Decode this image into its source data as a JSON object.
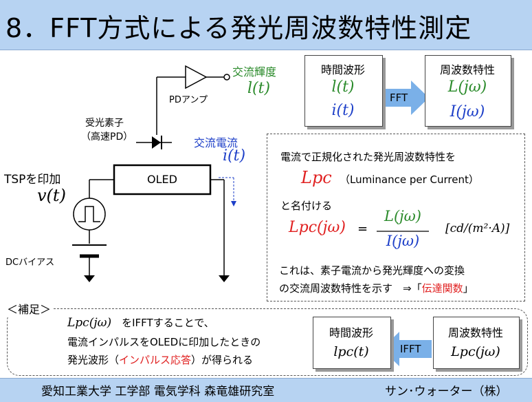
{
  "title": "8．FFT方式による発光周波数特性測定",
  "circuit": {
    "amp_out_label": "交流輝度",
    "amp_out_var": "l(t)",
    "amp_label": "PDアンプ",
    "pd_label": "受光素子",
    "pd_sub_label": "（高速PD）",
    "current_label": "交流電流",
    "current_var": "i(t)",
    "tsp_label": "TSPを印加",
    "tsp_var": "v(t)",
    "oled_label": "OLED",
    "dc_label": "DCバイアス"
  },
  "top_flow": {
    "time_box_title": "時間波形",
    "time_l": "l(t)",
    "time_i": "i(t)",
    "fft_label": "FFT",
    "freq_box_title": "周波数特性",
    "freq_L": "L(jω)",
    "freq_I": "I(jω)"
  },
  "explain": {
    "line1": "電流で正規化された発光周波数特性を",
    "lpc": "Lpc",
    "lpc_desc": "（Luminance per Current）",
    "line3": "と名付ける",
    "formula_lhs": "Lpc(jω)",
    "formula_eq": "=",
    "formula_num": "L(jω)",
    "formula_den": "I(jω)",
    "unit": "[cd/(m²·A)]",
    "line5": "これは、素子電流から発光輝度への変換",
    "line6_a": "の交流周波数特性を示す　⇒「",
    "line6_b": "伝達関数",
    "line6_c": "」"
  },
  "supplement": {
    "tag": "＜補足＞",
    "line1_var": "Lpc(jω)",
    "line1_text": "をIFFTすることで、",
    "line2": "電流インパルスをOLEDに印加したときの",
    "line3_a": "発光波形（",
    "line3_b": "インパルス応答",
    "line3_c": "）が得られる"
  },
  "bottom_flow": {
    "time_box_title": "時間波形",
    "time_var": "lpc(t)",
    "ifft_label": "IFFT",
    "freq_box_title": "周波数特性",
    "freq_var": "Lpc(jω)"
  },
  "footer": {
    "left": "愛知工業大学 工学部 電気学科 森竜雄研究室",
    "right": "サン･ウォーター（株）"
  },
  "colors": {
    "title_bg": "#b7d3f2",
    "arrow": "#7ab0e8",
    "green": "#2a8a2a",
    "blue": "#1d3fc8",
    "red": "#e02020"
  }
}
